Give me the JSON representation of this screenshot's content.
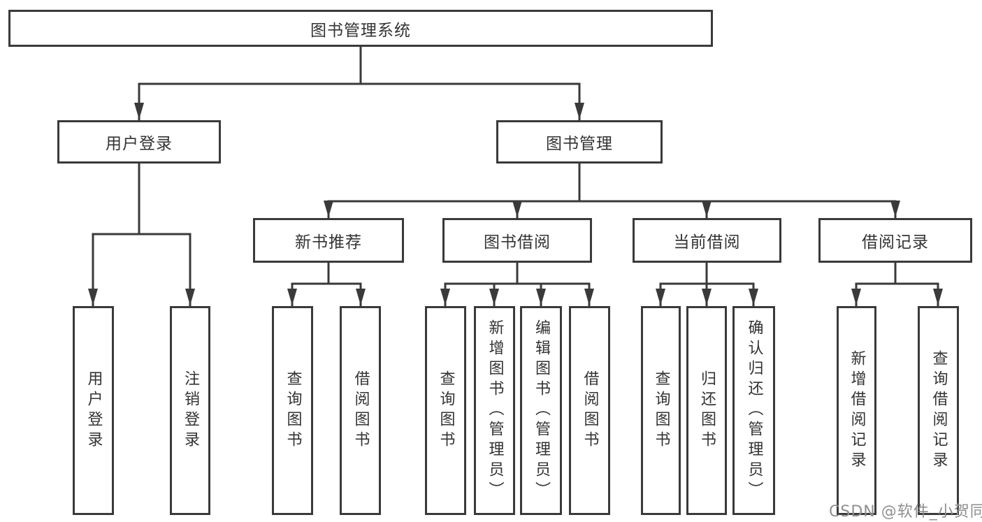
{
  "colors": {
    "line": "#3a3a3a",
    "box_border": "#3a3a3a",
    "box_background": "#ffffff",
    "text": "#333333",
    "watermark": "#8f8f8f",
    "page_background": "#ffffff"
  },
  "tree": {
    "root": {
      "label": "图书管理系统"
    },
    "level2": [
      {
        "label": "用户登录"
      },
      {
        "label": "图书管理"
      }
    ],
    "level3": [
      {
        "label": "新书推荐"
      },
      {
        "label": "图书借阅"
      },
      {
        "label": "当前借阅"
      },
      {
        "label": "借阅记录"
      }
    ],
    "leaves": {
      "user": [
        "用户登录",
        "注销登录"
      ],
      "recommend": [
        "查询图书",
        "借阅图书"
      ],
      "borrow": [
        "查询图书",
        "新增图书（管理员）",
        "编辑图书（管理员）",
        "借阅图书"
      ],
      "current": [
        "查询图书",
        "归还图书",
        "确认归还（管理员）"
      ],
      "records": [
        "新增借阅记录",
        "查询借阅记录"
      ]
    }
  },
  "watermark": {
    "text": "CSDN @软件_小贺同学"
  }
}
